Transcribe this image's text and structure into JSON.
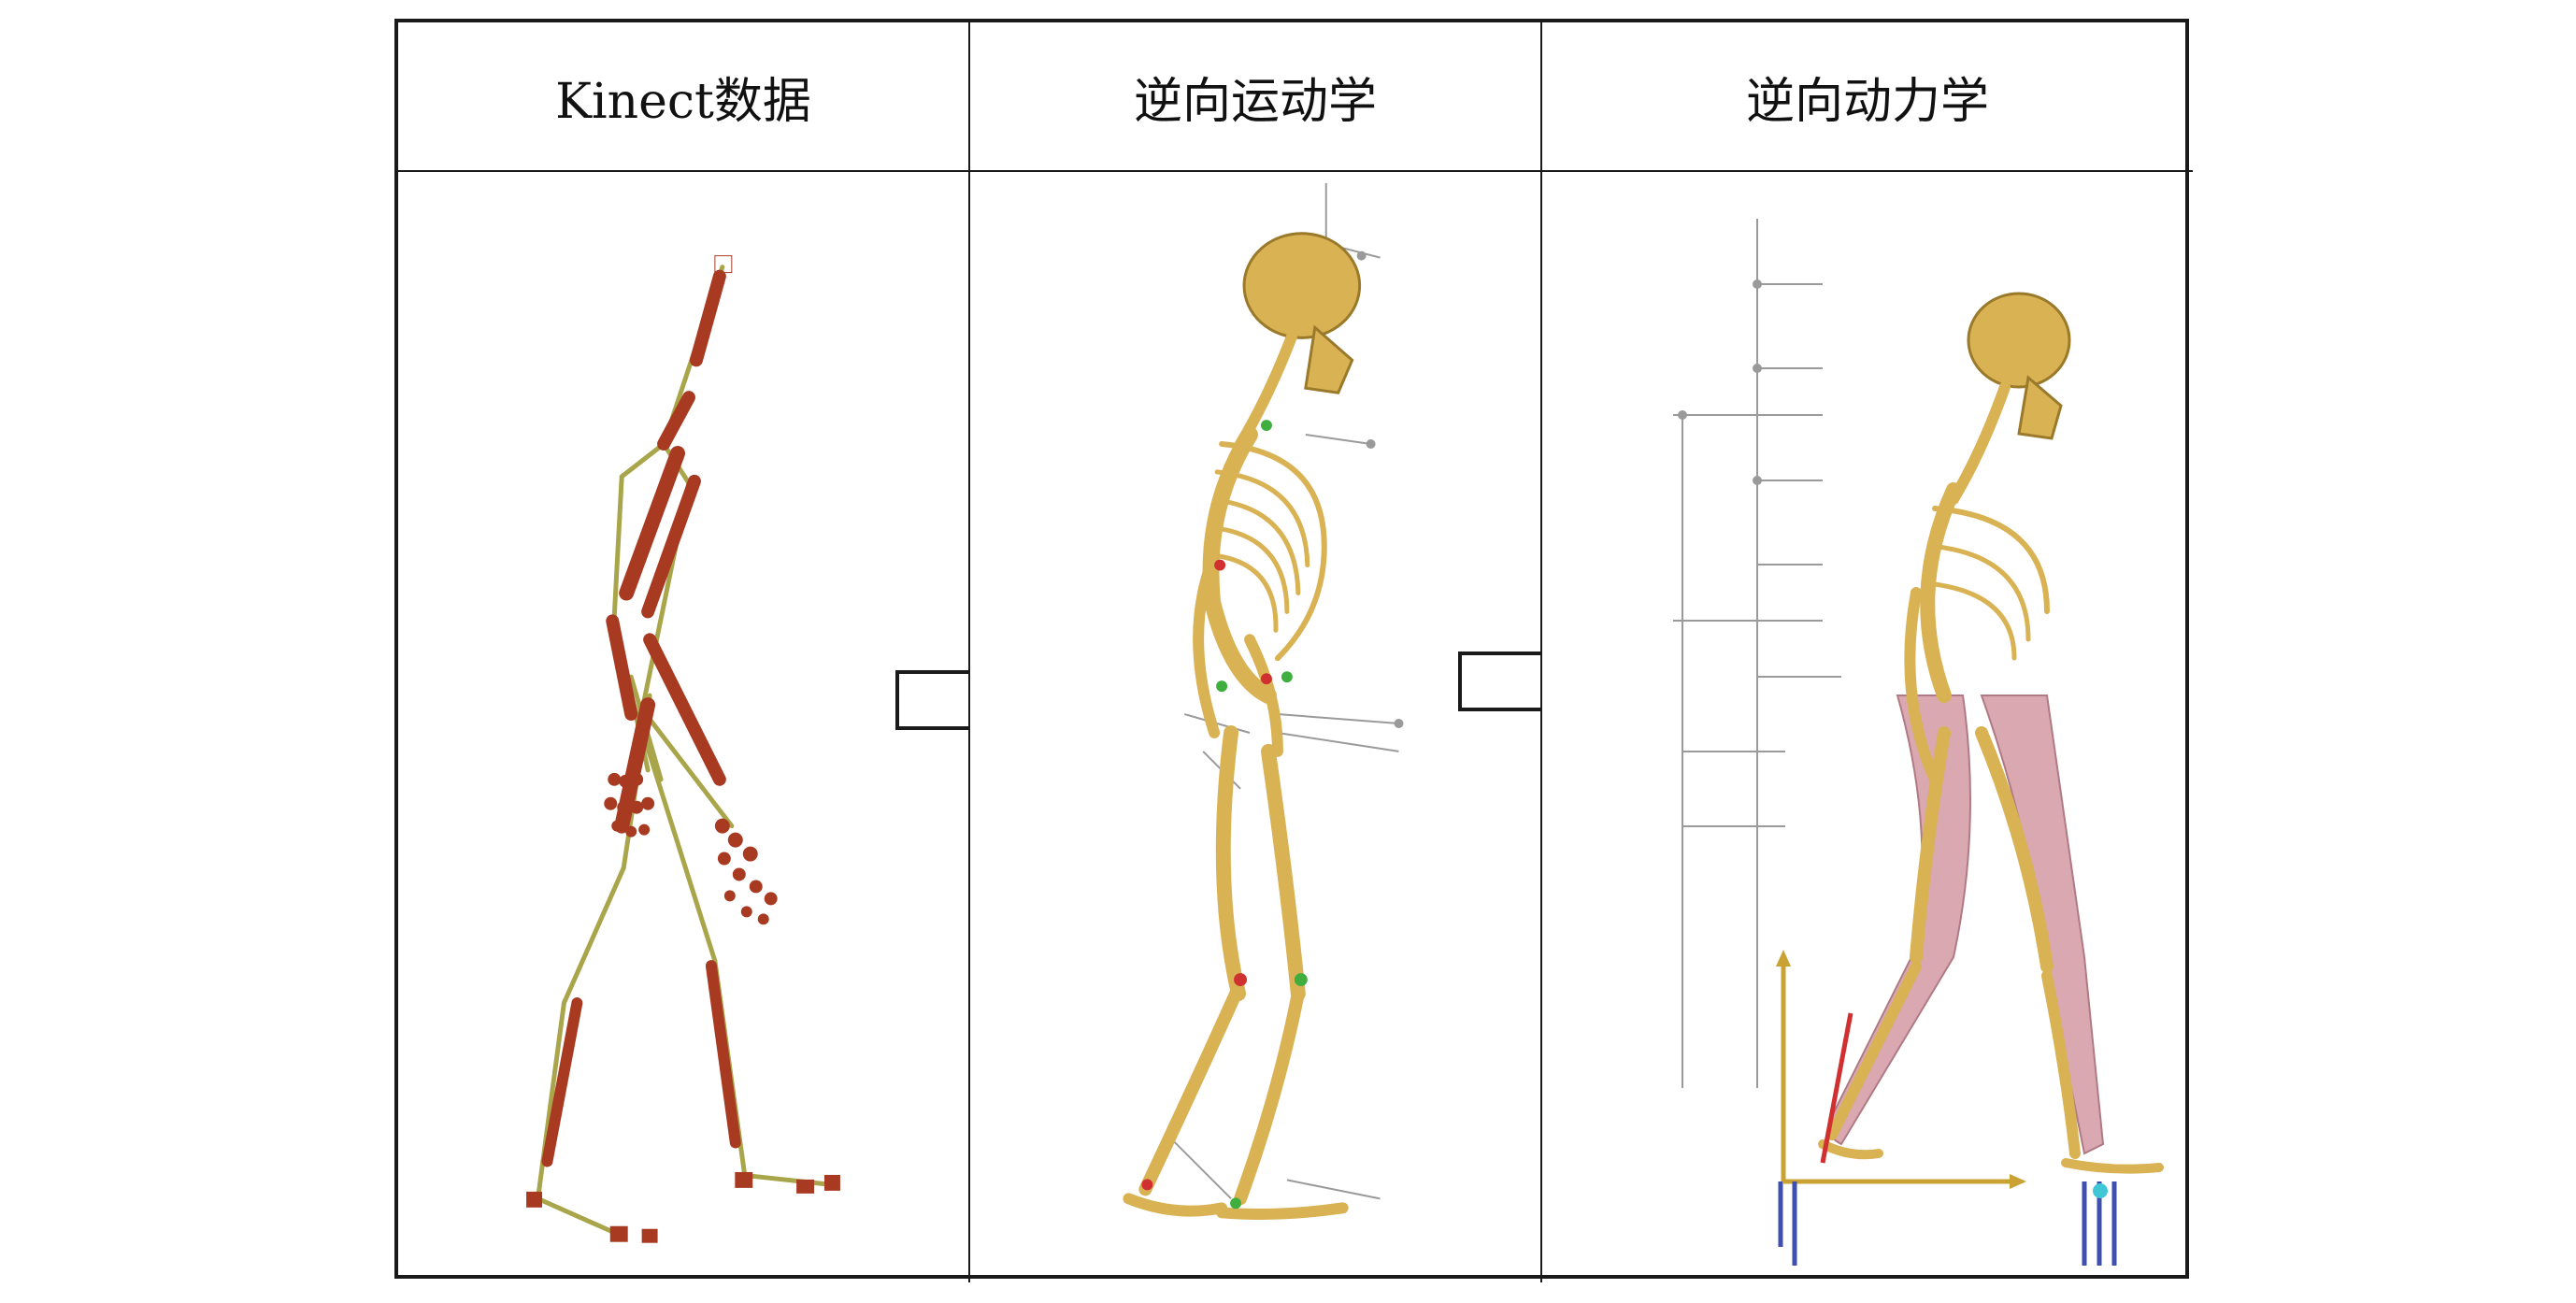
{
  "panels": [
    {
      "title": "Kinect数据"
    },
    {
      "title": "逆向运动学"
    },
    {
      "title": "逆向动力学"
    }
  ],
  "colors": {
    "border": "#1a1a1a",
    "kinect_bone": "#a83a22",
    "kinect_link": "#a9a54a",
    "skeleton_bone": "#d9b254",
    "skeleton_shadow": "#9a7a2a",
    "muscle": "#d9a8b0",
    "marker_frame": "#9a9a9a",
    "marker_green": "#3fae3f",
    "marker_red": "#d03030",
    "force_blue": "#3f4fb0",
    "force_gold": "#c9a233",
    "force_red": "#d03030"
  },
  "icons": [
    "right-arrow-icon",
    "right-arrow-icon"
  ]
}
